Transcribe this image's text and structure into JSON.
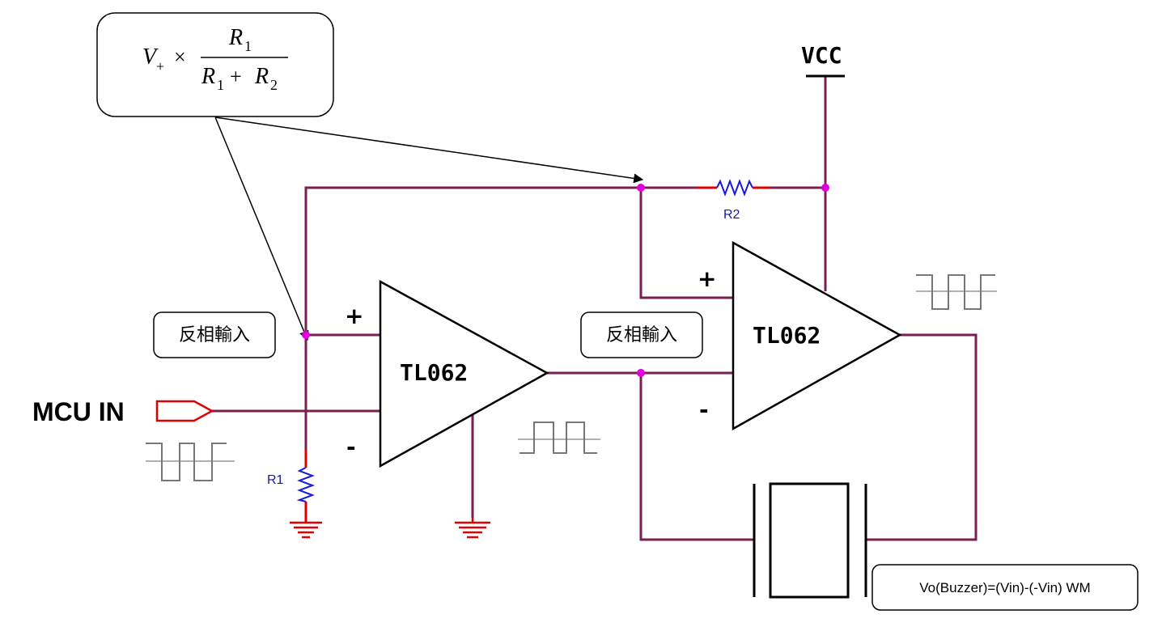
{
  "formula": {
    "v_plus": "V",
    "v_plus_sub": "+",
    "times": "×",
    "numerator": "R",
    "numerator_sub": "1",
    "denominator_r1": "R",
    "denominator_r1_sub": "1",
    "plus": "+",
    "denominator_r2": "R",
    "denominator_r2_sub": "2"
  },
  "labels": {
    "vcc": "VCC",
    "mcu_in": "MCU IN",
    "r1": "R1",
    "r2": "R2",
    "opamp1": "TL062",
    "opamp2": "TL062",
    "plus1": "+",
    "minus1": "-",
    "plus2": "+",
    "minus2": "-",
    "inverting_input_1": "反相輸入",
    "inverting_input_2": "反相輸入",
    "output_equation": "Vo(Buzzer)=(Vin)-(-Vin) WM"
  },
  "colors": {
    "wire": "#7a1f52",
    "node": "#e000e0",
    "resistor": "#1a1adf",
    "ground": "#e00000"
  }
}
